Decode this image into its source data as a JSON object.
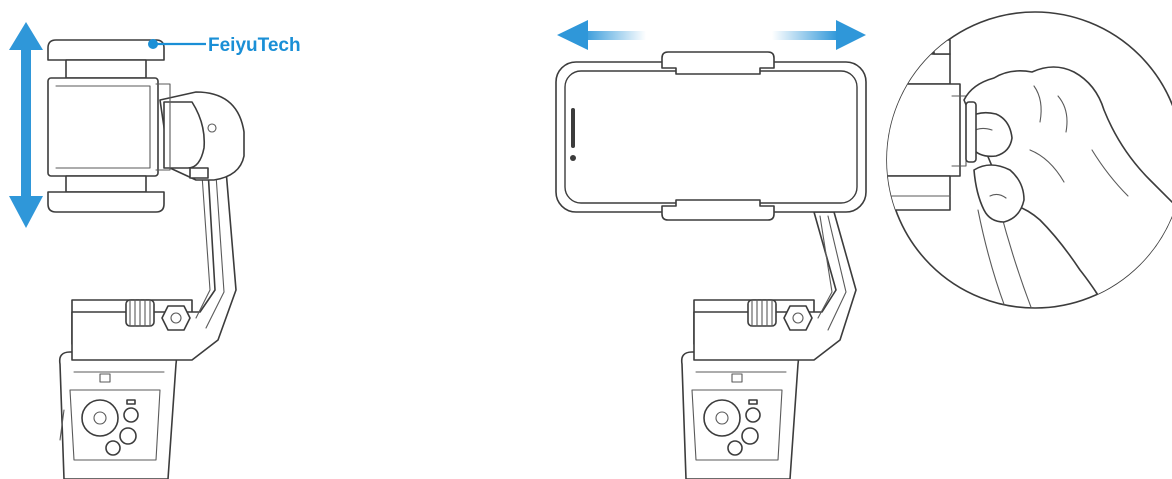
{
  "brand_label": "FeiyuTech",
  "colors": {
    "accent": "#1a8fd6",
    "arrow": "#2f97d9",
    "line": "#3c3c3c",
    "background": "#ffffff"
  },
  "illustrations": [
    "gimbal-with-phone-clamp-vertical-adjustment",
    "gimbal-with-phone-mounted-horizontal-extension",
    "magnified-hand-pulling-clamp"
  ]
}
